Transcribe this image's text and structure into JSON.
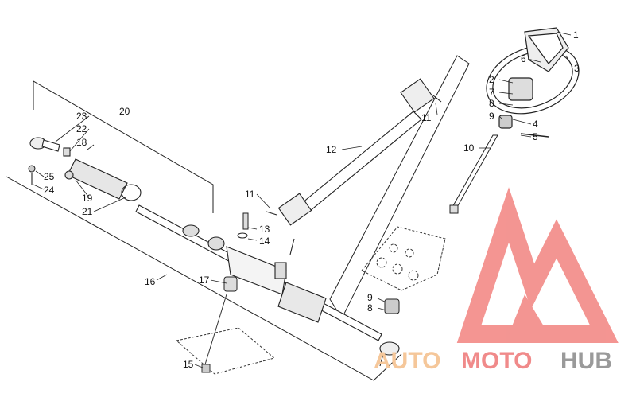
{
  "part_labels": {
    "l1": "1",
    "l2": "2",
    "l3": "3",
    "l4": "4",
    "l5": "5",
    "l6": "6",
    "l7": "7",
    "l8a": "8",
    "l8b": "8",
    "l9a": "9",
    "l9b": "9",
    "l10": "10",
    "l11a": "11",
    "l11b": "11",
    "l12": "12",
    "l13": "13",
    "l14": "14",
    "l15": "15",
    "l16": "16",
    "l17": "17",
    "l18": "18",
    "l19": "19",
    "l20": "20",
    "l21": "21",
    "l22": "22",
    "l23": "23",
    "l24": "24",
    "l25": "25"
  },
  "watermark": {
    "word1": "AUTO",
    "word2": "MOTO",
    "word3": "HUB",
    "colors": {
      "auto": "#f5c79a",
      "moto": "#f08a8a",
      "hub": "#9a9a9a",
      "logo": "#f2837f"
    }
  }
}
